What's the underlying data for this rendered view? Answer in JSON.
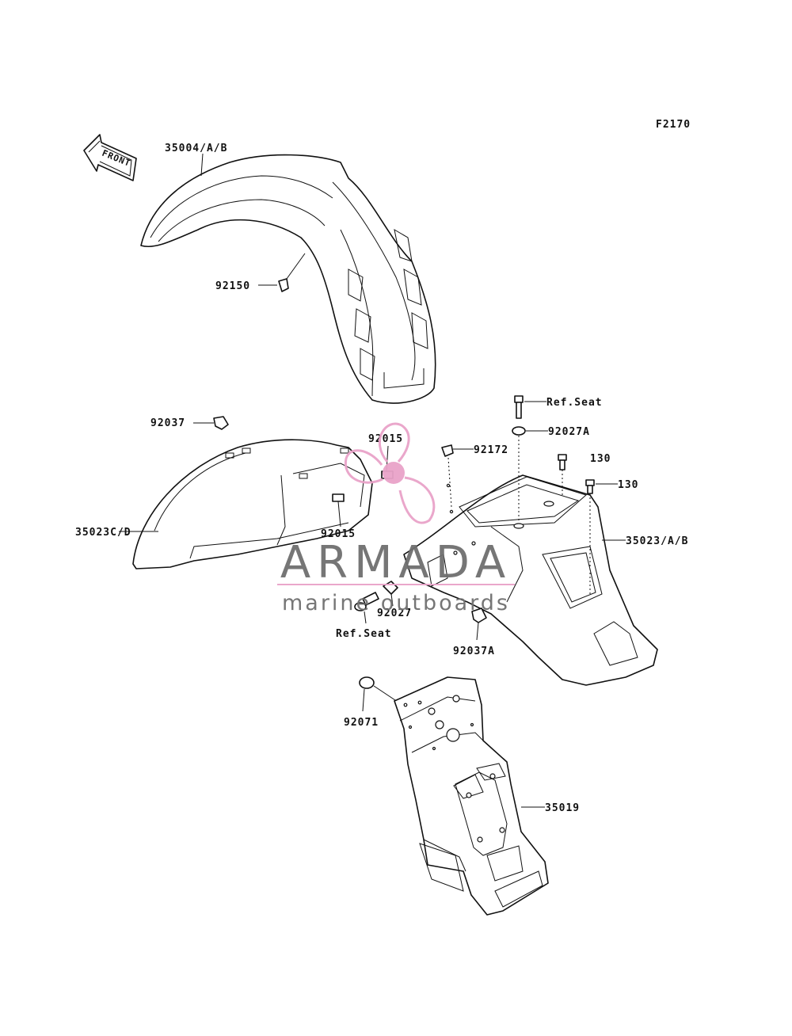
{
  "figure_code": "F2170",
  "front_label": "FRONT",
  "watermark": {
    "brand": "ARMADA",
    "tagline": "marine outboards",
    "accent_color": "#e9a3c9",
    "text_color": "#6f6f6f"
  },
  "callouts": {
    "front_fender": "35004/A/B",
    "front_screw": "92150",
    "clip_top": "92037",
    "nut_upper": "92015",
    "nut_lower": "92015",
    "inner_fender": "35023C/D",
    "screw_mid": "92172",
    "ref_seat_top": "Ref.Seat",
    "washer_top": "92027A",
    "bolt_130_a": "130",
    "bolt_130_b": "130",
    "rear_fender": "35023/A/B",
    "washer_mid": "92027",
    "ref_seat_bottom": "Ref.Seat",
    "clip_lower": "92037A",
    "grommet": "92071",
    "bracket": "35019"
  }
}
